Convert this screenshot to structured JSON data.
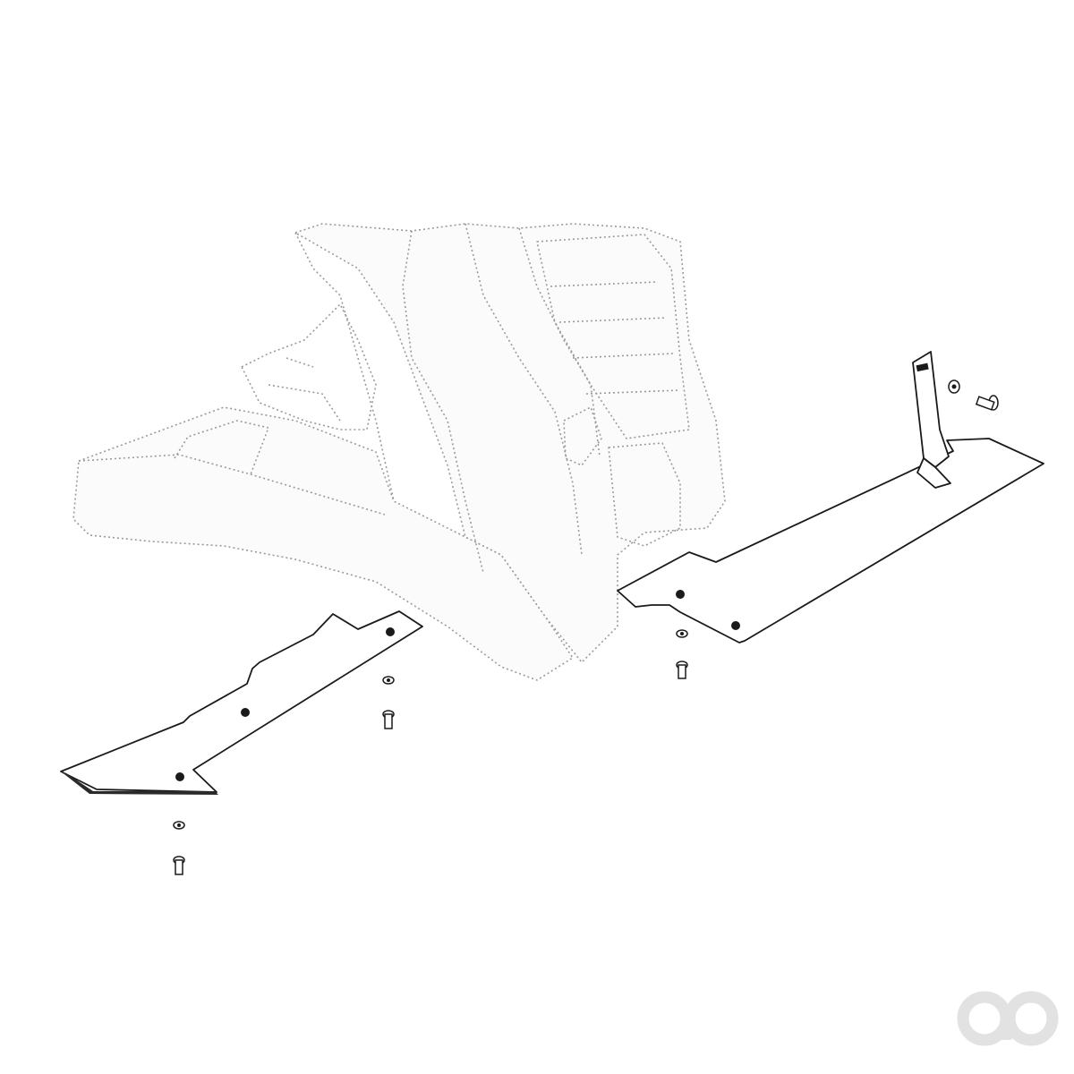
{
  "figure": {
    "type": "exploded-assembly-drawing",
    "items": [
      {
        "id": "background-machine-body",
        "style": "dashed-outline"
      },
      {
        "id": "left-guard-plate",
        "fasteners": 3
      },
      {
        "id": "right-guard-plate",
        "fasteners": 4
      },
      {
        "id": "right-guard-bracket"
      }
    ]
  },
  "colors": {
    "line": "#1a1a1a",
    "ghost_line": "#9a9a9a",
    "logo": "#e2e2e2",
    "background": "#ffffff"
  },
  "watermark": {
    "icon": "brand-logo-icon"
  }
}
